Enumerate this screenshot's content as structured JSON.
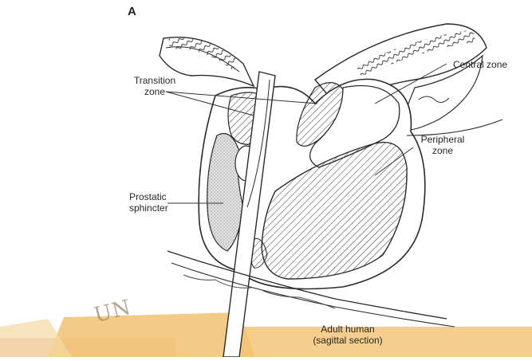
{
  "figure": {
    "panel_label": "A",
    "labels": {
      "transition_zone_line1": "Transition",
      "transition_zone_line2": "zone",
      "central_zone": "Central zone",
      "peripheral_zone_line1": "Peripheral",
      "peripheral_zone_line2": "zone",
      "prostatic_sphincter_line1": "Prostatic",
      "prostatic_sphincter_line2": "sphincter"
    },
    "caption_line1": "Adult human",
    "caption_line2": "(sagittal section)"
  },
  "watermark": {
    "text": "UN",
    "colors": {
      "orange_band": "#f2c271",
      "pink_band": "#e8a595",
      "stroke": "#2a2a2a"
    }
  }
}
